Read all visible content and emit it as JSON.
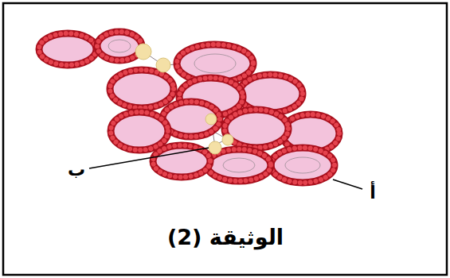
{
  "diagram": {
    "caption": "الوثيقة (2)",
    "labels": [
      "ب",
      "أ"
    ]
  }
}
